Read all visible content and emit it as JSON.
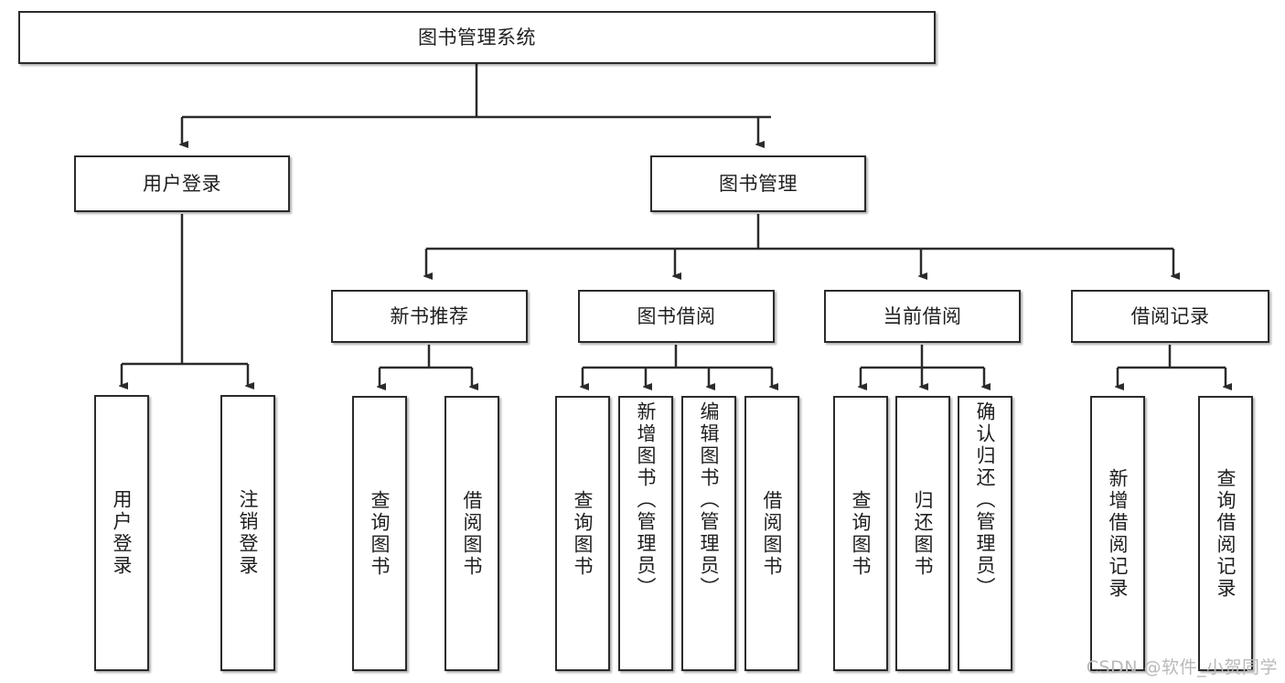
{
  "diagram": {
    "title_node": {
      "label": "图书管理系统"
    },
    "level2": [
      {
        "id": "user-login",
        "label": "用户登录"
      },
      {
        "id": "book-management",
        "label": "图书管理"
      }
    ],
    "level3": [
      {
        "id": "new-book-recommend",
        "label": "新书推荐"
      },
      {
        "id": "book-borrow",
        "label": "图书借阅"
      },
      {
        "id": "current-borrow",
        "label": "当前借阅"
      },
      {
        "id": "borrow-record",
        "label": "借阅记录"
      }
    ],
    "leaves": [
      {
        "id": "leaf-user-login",
        "label": "用户登录",
        "align": "mid"
      },
      {
        "id": "leaf-logout-login",
        "label": "注销登录",
        "align": "mid"
      },
      {
        "id": "leaf-query-book-1",
        "label": "查询图书",
        "align": "mid"
      },
      {
        "id": "leaf-borrow-book-1",
        "label": "借阅图书",
        "align": "mid"
      },
      {
        "id": "leaf-query-book-2",
        "label": "查询图书",
        "align": "mid"
      },
      {
        "id": "leaf-add-book",
        "label": "新增图书（管理员）",
        "align": "top"
      },
      {
        "id": "leaf-edit-book",
        "label": "编辑图书（管理员）",
        "align": "top"
      },
      {
        "id": "leaf-borrow-book-2",
        "label": "借阅图书",
        "align": "mid"
      },
      {
        "id": "leaf-query-book-3",
        "label": "查询图书",
        "align": "mid"
      },
      {
        "id": "leaf-return-book",
        "label": "归还图书",
        "align": "mid"
      },
      {
        "id": "leaf-confirm-return",
        "label": "确认归还（管理员）",
        "align": "top"
      },
      {
        "id": "leaf-add-borrow-record",
        "label": "新增借阅记录",
        "align": "mid"
      },
      {
        "id": "leaf-query-borrow-record",
        "label": "查询借阅记录",
        "align": "mid"
      }
    ],
    "watermark": "CSDN @软件_小贺同学",
    "colors": {
      "stroke": "#2b2b2b",
      "background": "#ffffff",
      "text": "#1f1f1f",
      "watermark": "#b9b9b9"
    }
  }
}
